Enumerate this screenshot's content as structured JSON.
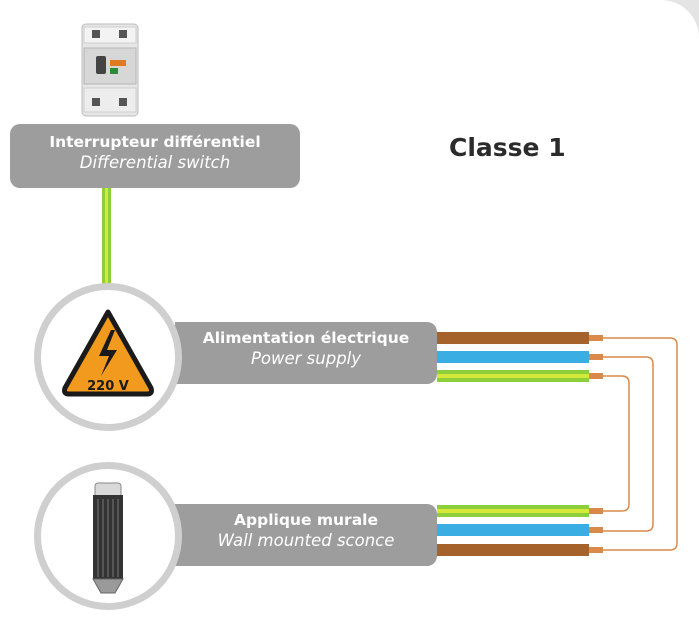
{
  "title": "Classe 1",
  "switch": {
    "label_fr": "Interrupteur différentiel",
    "label_en": "Differential switch"
  },
  "power": {
    "label_fr": "Alimentation électrique",
    "label_en": "Power supply",
    "voltage": "220 V"
  },
  "sconce": {
    "label_fr": "Applique murale",
    "label_en": "Wall mounted sconce"
  },
  "colors": {
    "phase": "#a5622a",
    "neutral": "#3aaee3",
    "earth": "#8ccf3a",
    "earth_stripe": "#d6e83a",
    "copper": "#d98a4a",
    "label_bg": "#9d9d9d",
    "warning": "#f29a1d"
  },
  "icons": [
    "breaker-icon",
    "high-voltage-warning-icon",
    "wall-sconce-icon"
  ]
}
